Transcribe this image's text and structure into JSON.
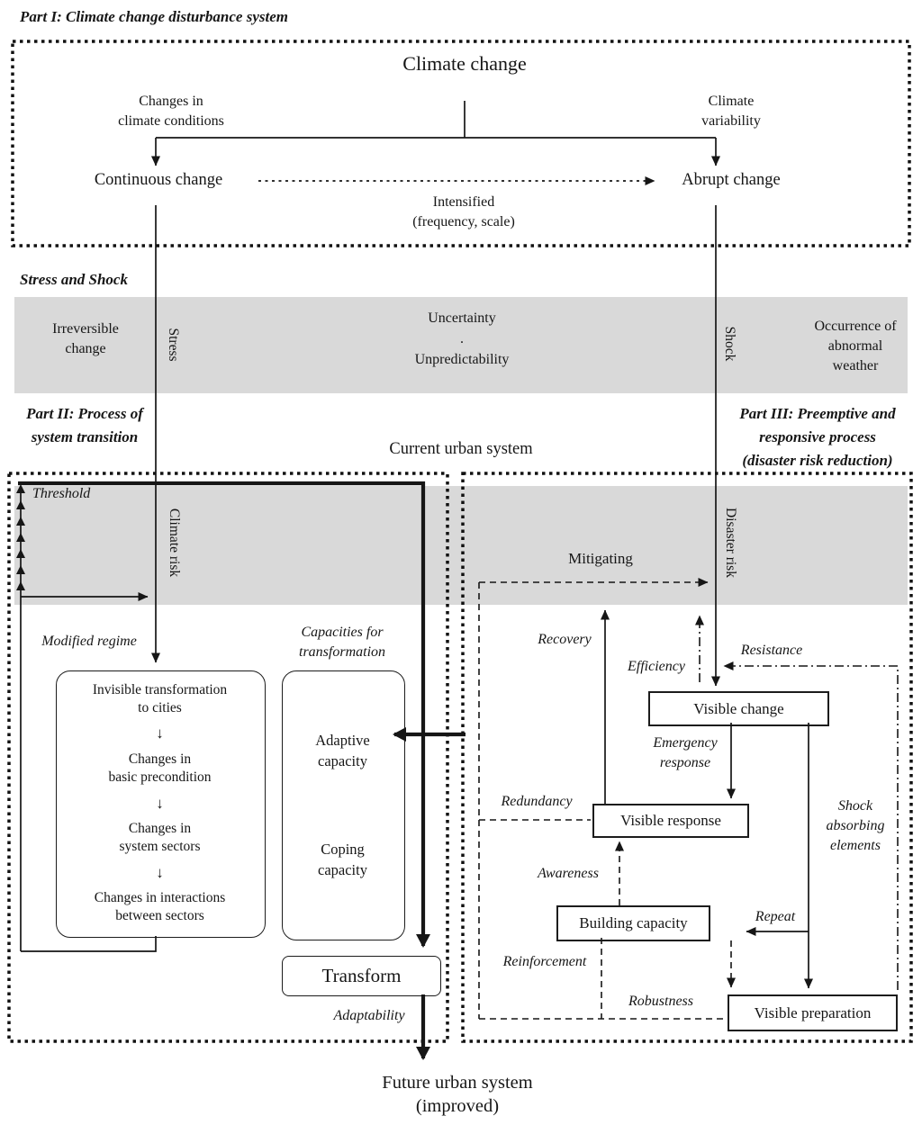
{
  "colors": {
    "band": "#d9d9d9",
    "ink": "#161616"
  },
  "part1": {
    "title": "Part I: Climate change disturbance system",
    "climate_change": "Climate change",
    "left_label": [
      "Changes in",
      "climate conditions"
    ],
    "right_label": [
      "Climate",
      "variability"
    ],
    "left_node": "Continuous change",
    "right_node": "Abrupt change",
    "intensified": [
      "Intensified",
      "(frequency, scale)"
    ]
  },
  "stress_shock": {
    "title": "Stress and Shock",
    "irreversible": [
      "Irreversible",
      "change"
    ],
    "stress": "Stress",
    "uncertainty": [
      "Uncertainty",
      ".",
      "Unpredictability"
    ],
    "shock": "Shock",
    "occurrence": [
      "Occurrence of",
      "abnormal",
      "weather"
    ]
  },
  "headers": {
    "part2": [
      "Part II: Process of",
      "system transition"
    ],
    "current_urban_system": "Current urban system",
    "part3": [
      "Part III: Preemptive and",
      "responsive process",
      "(disaster risk reduction)"
    ]
  },
  "part2": {
    "threshold": "Threshold",
    "climate_risk": "Climate risk",
    "modified_regime": "Modified regime",
    "capacities_label": [
      "Capacities for",
      "transformation"
    ],
    "step_arrow": "↓",
    "steps": [
      [
        "Invisible transformation",
        "to cities"
      ],
      [
        "Changes in",
        "basic precondition"
      ],
      [
        "Changes in",
        "system sectors"
      ],
      [
        "Changes in interactions",
        "between sectors"
      ]
    ],
    "adaptive": [
      "Adaptive",
      "capacity"
    ],
    "coping": [
      "Coping",
      "capacity"
    ],
    "transform": "Transform",
    "adaptability": "Adaptability"
  },
  "part3": {
    "disaster_risk": "Disaster risk",
    "mitigating": "Mitigating",
    "recovery": "Recovery",
    "efficiency": "Efficiency",
    "resistance": "Resistance",
    "visible_change": "Visible change",
    "emergency": [
      "Emergency",
      "response"
    ],
    "redundancy": "Redundancy",
    "visible_response": "Visible response",
    "awareness": "Awareness",
    "building_capacity": "Building capacity",
    "reinforcement": "Reinforcement",
    "robustness": "Robustness",
    "repeat": "Repeat",
    "shock_absorbing": [
      "Shock",
      "absorbing",
      "elements"
    ],
    "visible_preparation": "Visible preparation"
  },
  "footer": {
    "future": [
      "Future urban system",
      "(improved)"
    ]
  }
}
